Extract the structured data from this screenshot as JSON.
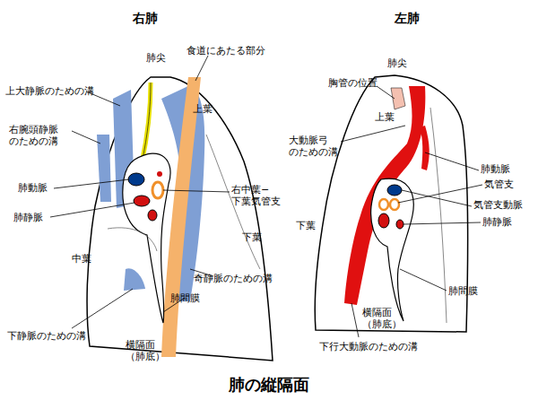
{
  "diagram": {
    "caption": "肺の縦隔面",
    "labels": [
      "右肺",
      "肺尖",
      "食道にあたる部分",
      "上大静脈のための溝",
      "上葉",
      "右腕頭静脈 のための溝",
      "肺動脈",
      "右中葉− 下葉気管支",
      "肺静脈",
      "下葉",
      "中葉",
      "奇静脈のための溝",
      "肺間膜",
      "下静脈のための溝",
      "横隔面（肺底）",
      "左肺",
      "肺尖",
      "胸管の位置",
      "上葉",
      "大動脈弓 のための溝",
      "肺動脈",
      "気管支",
      "気管支動脈",
      "肺静脈",
      "下葉",
      "肺間膜",
      "横隔面 （肺底）",
      "下行大動脈のための溝"
    ]
  }
}
